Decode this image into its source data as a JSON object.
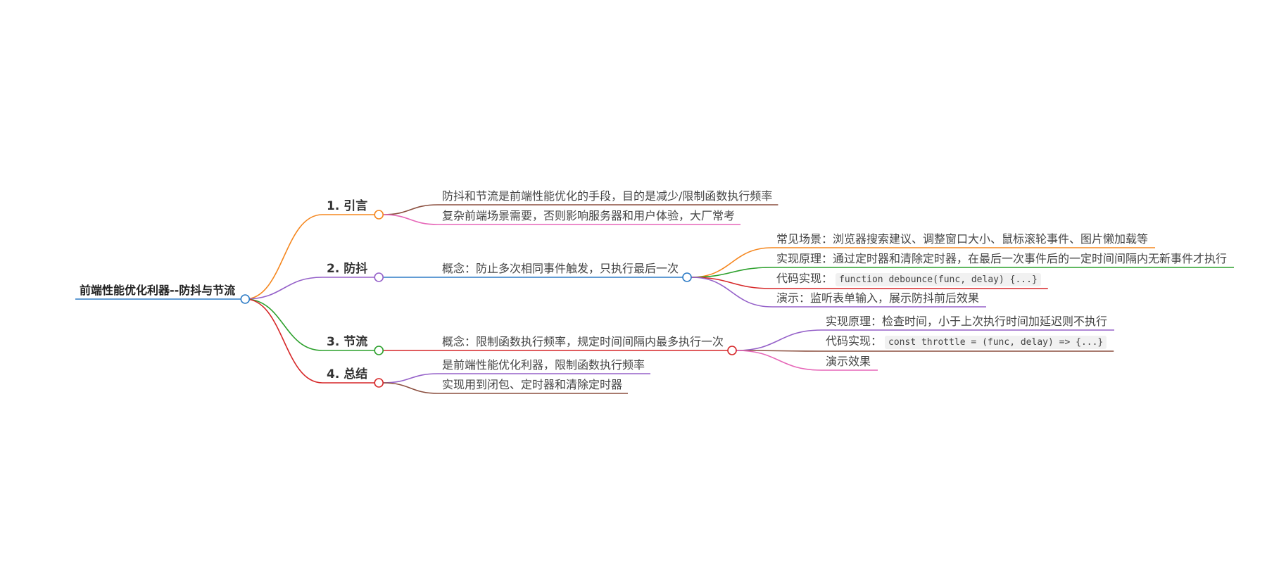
{
  "root": {
    "title": "前端性能优化利器--防抖与节流"
  },
  "branches": [
    {
      "label": "1. 引言",
      "color": "#f5871f",
      "children": [
        {
          "text": "防抖和节流是前端性能优化的手段，目的是减少/限制函数执行频率",
          "color": "#8b4f3f"
        },
        {
          "text": "复杂前端场景需要，否则影响服务器和用户体验，大厂常考",
          "color": "#e667b8"
        }
      ]
    },
    {
      "label": "2. 防抖",
      "color": "#9561c9",
      "concept": {
        "text": "概念：防止多次相同事件触发，只执行最后一次",
        "color": "#2e7cc6"
      },
      "children": [
        {
          "text": "常见场景：浏览器搜索建议、调整窗口大小、鼠标滚轮事件、图片懒加载等",
          "color": "#f5871f"
        },
        {
          "text": "实现原理：通过定时器和清除定时器，在最后一次事件后的一定时间间隔内无新事件才执行",
          "color": "#2ca02c"
        },
        {
          "text": "代码实现：",
          "code": "function debounce(func, delay) {...}",
          "color": "#d62728"
        },
        {
          "text": "演示：监听表单输入，展示防抖前后效果",
          "color": "#9561c9"
        }
      ]
    },
    {
      "label": "3. 节流",
      "color": "#2ca02c",
      "concept": {
        "text": "概念：限制函数执行频率，规定时间间隔内最多执行一次",
        "color": "#d62728"
      },
      "children": [
        {
          "text": "实现原理：检查时间，小于上次执行时间加延迟则不执行",
          "color": "#9561c9"
        },
        {
          "text": "代码实现：",
          "code": "const throttle = (func, delay) => {...}",
          "color": "#8b4f3f"
        },
        {
          "text": "演示效果",
          "color": "#e667b8"
        }
      ]
    },
    {
      "label": "4. 总结",
      "color": "#d62728",
      "children": [
        {
          "text": "是前端性能优化利器，限制函数执行频率",
          "color": "#9561c9"
        },
        {
          "text": "实现用到闭包、定时器和清除定时器",
          "color": "#8b4f3f"
        }
      ]
    }
  ],
  "root_color": "#2e7cc6"
}
